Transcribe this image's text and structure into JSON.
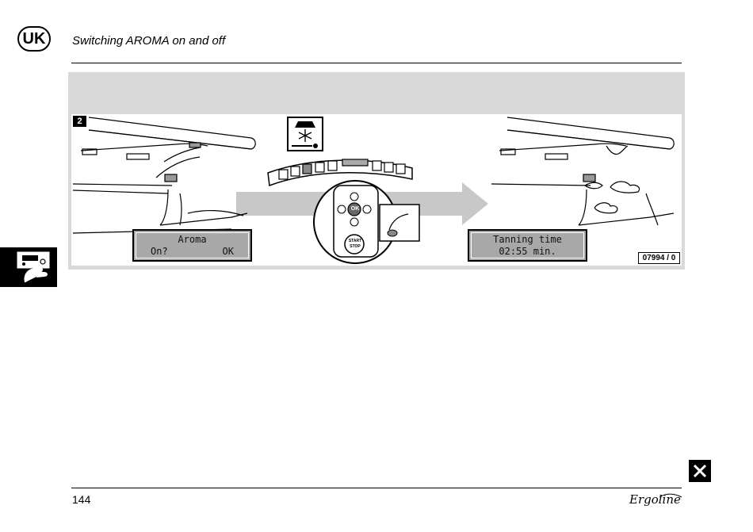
{
  "header": {
    "language_badge": "UK",
    "title": "Switching AROMA on and off"
  },
  "figure": {
    "step_number": "2",
    "display_left": {
      "line1": "Aroma",
      "line2_left": "On?",
      "line2_right": "OK"
    },
    "display_right": {
      "line1": "Tanning time",
      "line2": "02:55 min."
    },
    "control_panel": {
      "ok_label": "OK",
      "start_label": "START",
      "stop_label": "STOP"
    },
    "reference_code": "07994 / 0"
  },
  "footer": {
    "page_number": "144",
    "brand": "Ergoline"
  },
  "colors": {
    "panel_bg": "#d9d9d9",
    "lcd_bg": "#a8a8a8",
    "arrow": "#c8c8c8"
  }
}
